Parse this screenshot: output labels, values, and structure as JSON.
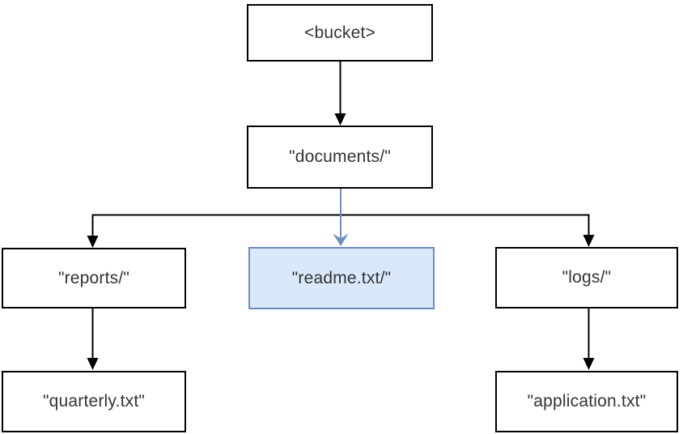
{
  "diagram": {
    "type": "tree",
    "nodes": [
      {
        "id": "bucket",
        "label": "<bucket>",
        "highlighted": false
      },
      {
        "id": "documents",
        "label": "\"documents/\"",
        "highlighted": false
      },
      {
        "id": "reports",
        "label": "\"reports/\"",
        "highlighted": false
      },
      {
        "id": "readme",
        "label": "\"readme.txt/\"",
        "highlighted": true
      },
      {
        "id": "logs",
        "label": "\"logs/\"",
        "highlighted": false
      },
      {
        "id": "quarterly",
        "label": "\"quarterly.txt\"",
        "highlighted": false
      },
      {
        "id": "application",
        "label": "\"application.txt\"",
        "highlighted": false
      }
    ],
    "edges": [
      {
        "from": "bucket",
        "to": "documents",
        "color": "black",
        "arrowhead": "filled-triangle"
      },
      {
        "from": "documents",
        "to": "reports",
        "color": "black",
        "arrowhead": "filled-triangle"
      },
      {
        "from": "documents",
        "to": "readme",
        "color": "blue",
        "arrowhead": "chevron"
      },
      {
        "from": "documents",
        "to": "logs",
        "color": "black",
        "arrowhead": "filled-triangle"
      },
      {
        "from": "reports",
        "to": "quarterly",
        "color": "black",
        "arrowhead": "filled-triangle"
      },
      {
        "from": "logs",
        "to": "application",
        "color": "black",
        "arrowhead": "filled-triangle"
      }
    ],
    "colors": {
      "box_fill": "#ffffff",
      "box_border": "#000000",
      "highlight_fill": "#dae8fc",
      "highlight_border": "#6c8ebf",
      "arrow_black": "#000000",
      "arrow_blue": "#6c8ebf",
      "text_color": "#333333",
      "canvas_bg": "#ffffff"
    }
  }
}
